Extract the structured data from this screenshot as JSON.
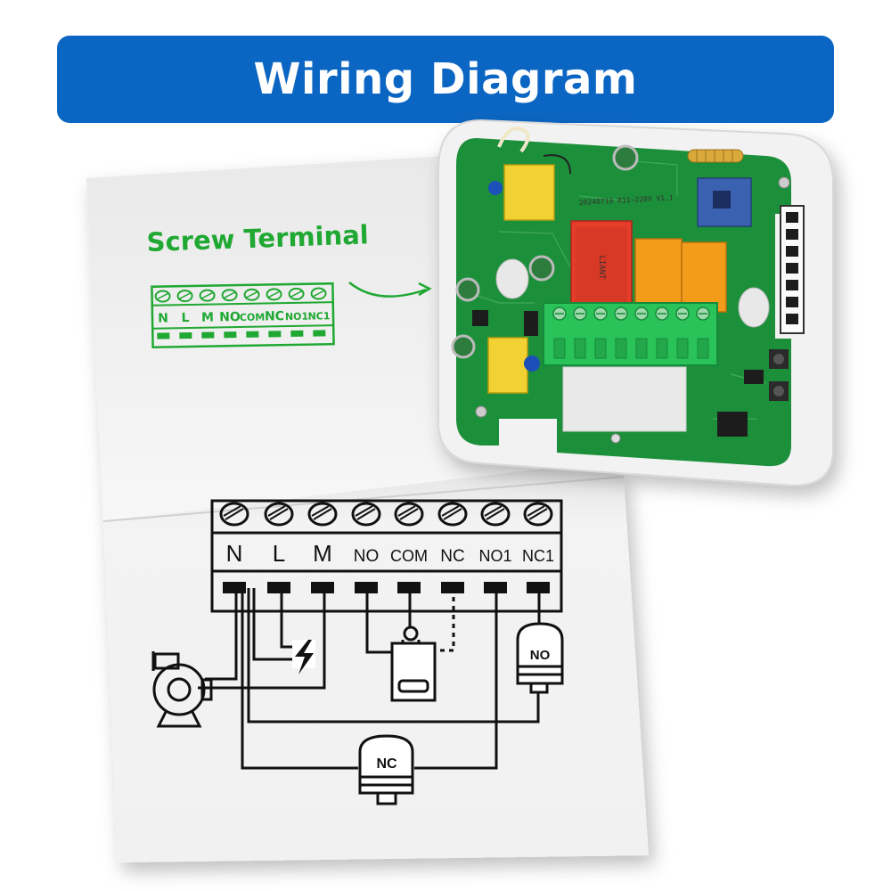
{
  "header": {
    "title": "Wiring Diagram"
  },
  "screw_terminal": {
    "heading": "Screw Terminal",
    "terminals": [
      "N",
      "L",
      "M",
      "NO",
      "COM",
      "NC",
      "NO1",
      "NC1"
    ]
  },
  "wiring": {
    "terminals": [
      "N",
      "L",
      "M",
      "NO",
      "COM",
      "NC",
      "NO1",
      "NC1"
    ],
    "valve_no_label": "NO",
    "valve_nc_label": "NC"
  },
  "pcb": {
    "board_text": "20240719 R11~220V V1.1",
    "relay_brand": "LIANT"
  },
  "colors": {
    "banner": "#0b66c3",
    "accent_green": "#1fa832",
    "pcb_green": "#1f8f3a",
    "terminal_block": "#2cc35a"
  }
}
